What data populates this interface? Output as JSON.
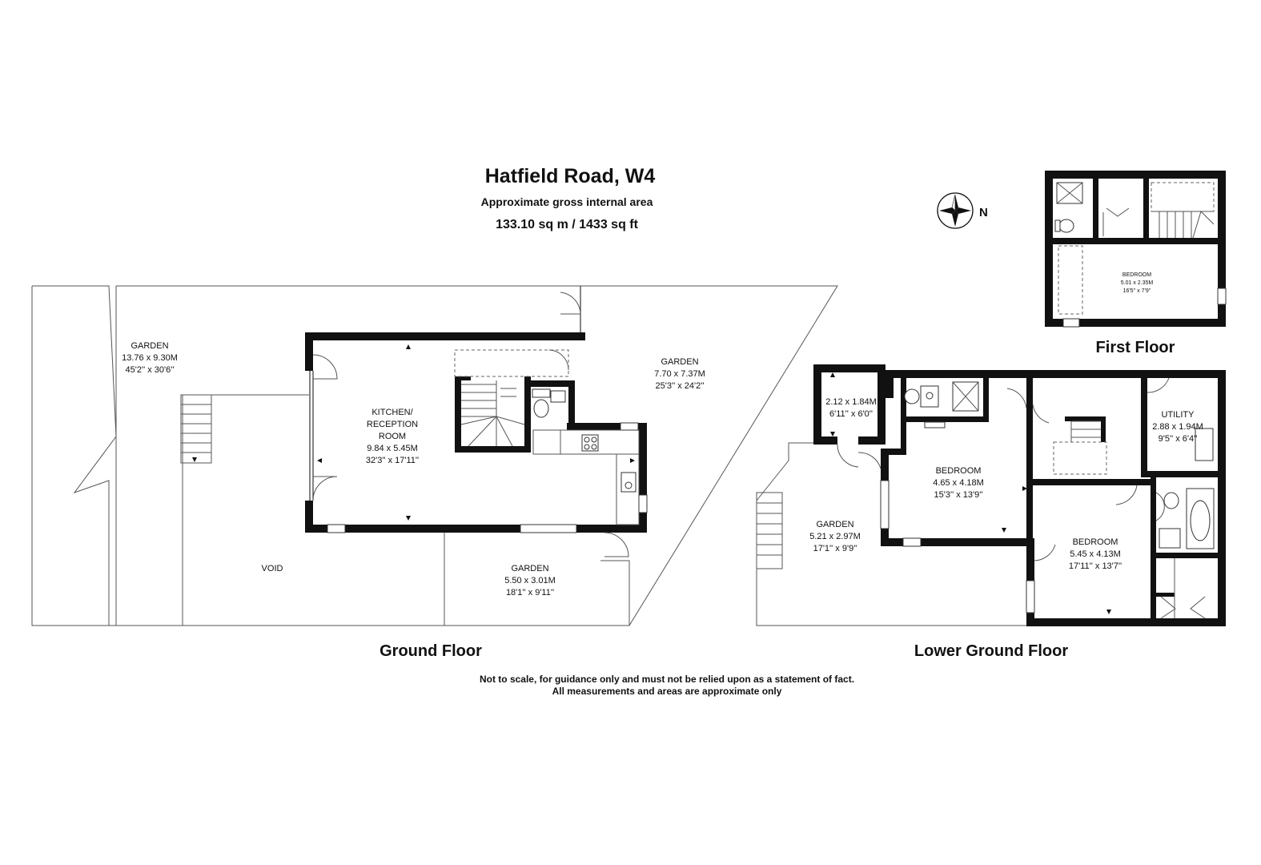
{
  "header": {
    "title": "Hatfield Road, W4",
    "subtitle": "Approximate gross internal area",
    "area": "133.10 sq m /  1433 sq ft"
  },
  "compass": {
    "label": "N"
  },
  "floors": {
    "ground": "Ground Floor",
    "lower_ground": "Lower Ground Floor",
    "first": "First Floor"
  },
  "rooms": {
    "ground_garden_left": {
      "name": "GARDEN",
      "metric": "13.76 x 9.30M",
      "imperial": "45'2'' x 30'6''"
    },
    "ground_garden_right": {
      "name": "GARDEN",
      "metric": "7.70 x 7.37M",
      "imperial": "25'3'' x 24'2''"
    },
    "kitchen": {
      "name_line1": "KITCHEN/",
      "name_line2": "RECEPTION",
      "name_line3": "ROOM",
      "metric": "9.84 x 5.45M",
      "imperial": "32'3'' x 17'11''"
    },
    "void": {
      "name": "VOID"
    },
    "ground_garden_bottom": {
      "name": "GARDEN",
      "metric": "5.50 x 3.01M",
      "imperial": "18'1'' x 9'11''"
    },
    "lg_store": {
      "metric": "2.12 x 1.84M",
      "imperial": "6'11'' x 6'0''"
    },
    "lg_garden": {
      "name": "GARDEN",
      "metric": "5.21 x 2.97M",
      "imperial": "17'1'' x 9'9''"
    },
    "lg_bedroom1": {
      "name": "BEDROOM",
      "metric": "4.65 x 4.18M",
      "imperial": "15'3'' x 13'9''"
    },
    "lg_utility": {
      "name": "UTILITY",
      "metric": "2.88 x 1.94M",
      "imperial": "9'5'' x 6'4''"
    },
    "lg_bedroom2": {
      "name": "BEDROOM",
      "metric": "5.45 x 4.13M",
      "imperial": "17'11'' x 13'7''"
    },
    "ff_bedroom": {
      "name": "BEDROOM",
      "metric": "5.01 x 2.35M",
      "imperial": "16'5'' x 7'9''"
    }
  },
  "disclaimer": {
    "line1": "Not to scale, for guidance only and must not be relied upon as a statement of fact.",
    "line2": "All measurements and areas are approximate only"
  }
}
